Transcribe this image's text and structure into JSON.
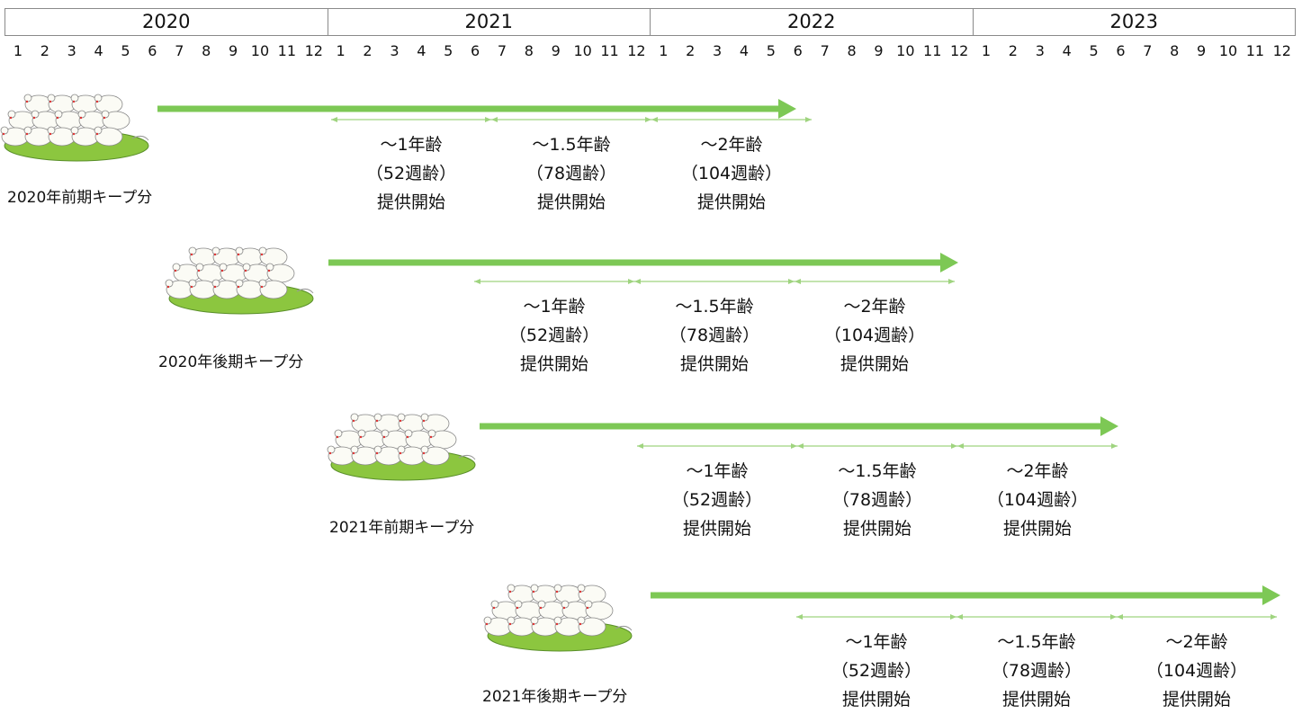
{
  "years": [
    "2020",
    "2021",
    "2022",
    "2023"
  ],
  "months": [
    "1",
    "2",
    "3",
    "4",
    "5",
    "6",
    "7",
    "8",
    "9",
    "10",
    "11",
    "12"
  ],
  "colors": {
    "arrow": "#7dc855",
    "thin_arrow": "#9fd47f",
    "plate": "#8cc63f"
  },
  "cohorts": [
    {
      "label": "2020年前期キープ分",
      "stages": [
        {
          "age": "～1年齢",
          "weeks": "（52週齢）",
          "action": "提供開始"
        },
        {
          "age": "～1.5年齢",
          "weeks": "（78週齢）",
          "action": "提供開始"
        },
        {
          "age": "～2年齢",
          "weeks": "（104週齢）",
          "action": "提供開始"
        }
      ]
    },
    {
      "label": "2020年後期キープ分",
      "stages": [
        {
          "age": "～1年齢",
          "weeks": "（52週齢）",
          "action": "提供開始"
        },
        {
          "age": "～1.5年齢",
          "weeks": "（78週齢）",
          "action": "提供開始"
        },
        {
          "age": "～2年齢",
          "weeks": "（104週齢）",
          "action": "提供開始"
        }
      ]
    },
    {
      "label": "2021年前期キープ分",
      "stages": [
        {
          "age": "～1年齢",
          "weeks": "（52週齢）",
          "action": "提供開始"
        },
        {
          "age": "～1.5年齢",
          "weeks": "（78週齢）",
          "action": "提供開始"
        },
        {
          "age": "～2年齢",
          "weeks": "（104週齢）",
          "action": "提供開始"
        }
      ]
    },
    {
      "label": "2021年後期キープ分",
      "stages": [
        {
          "age": "～1年齢",
          "weeks": "（52週齢）",
          "action": "提供開始"
        },
        {
          "age": "～1.5年齢",
          "weeks": "（78週齢）",
          "action": "提供開始"
        },
        {
          "age": "～2年齢",
          "weeks": "（104週齢）",
          "action": "提供開始"
        }
      ]
    }
  ]
}
